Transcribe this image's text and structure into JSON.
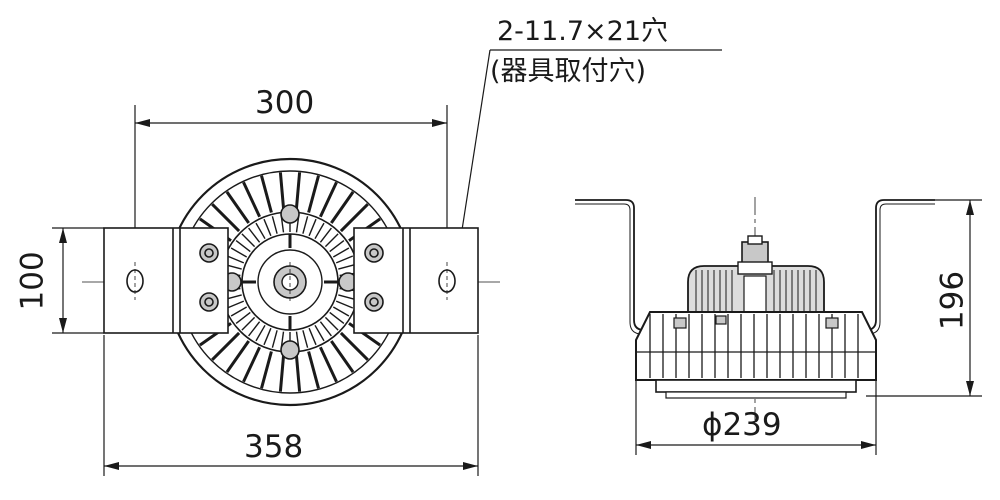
{
  "annotation": {
    "hole_spec": "2-11.7×21穴",
    "hole_purpose": "(器具取付穴)"
  },
  "dimensions": {
    "bracket_hole_pitch": "300",
    "bracket_length": "358",
    "bracket_width": "100",
    "height": "196",
    "body_diameter": "ϕ239"
  },
  "colors": {
    "line": "#1a1a1a",
    "thin_line": "#333333",
    "bracket_fill": "#ffffff",
    "fin_fill": "#dcdcdc",
    "hub_fill": "#c8c8c8"
  }
}
